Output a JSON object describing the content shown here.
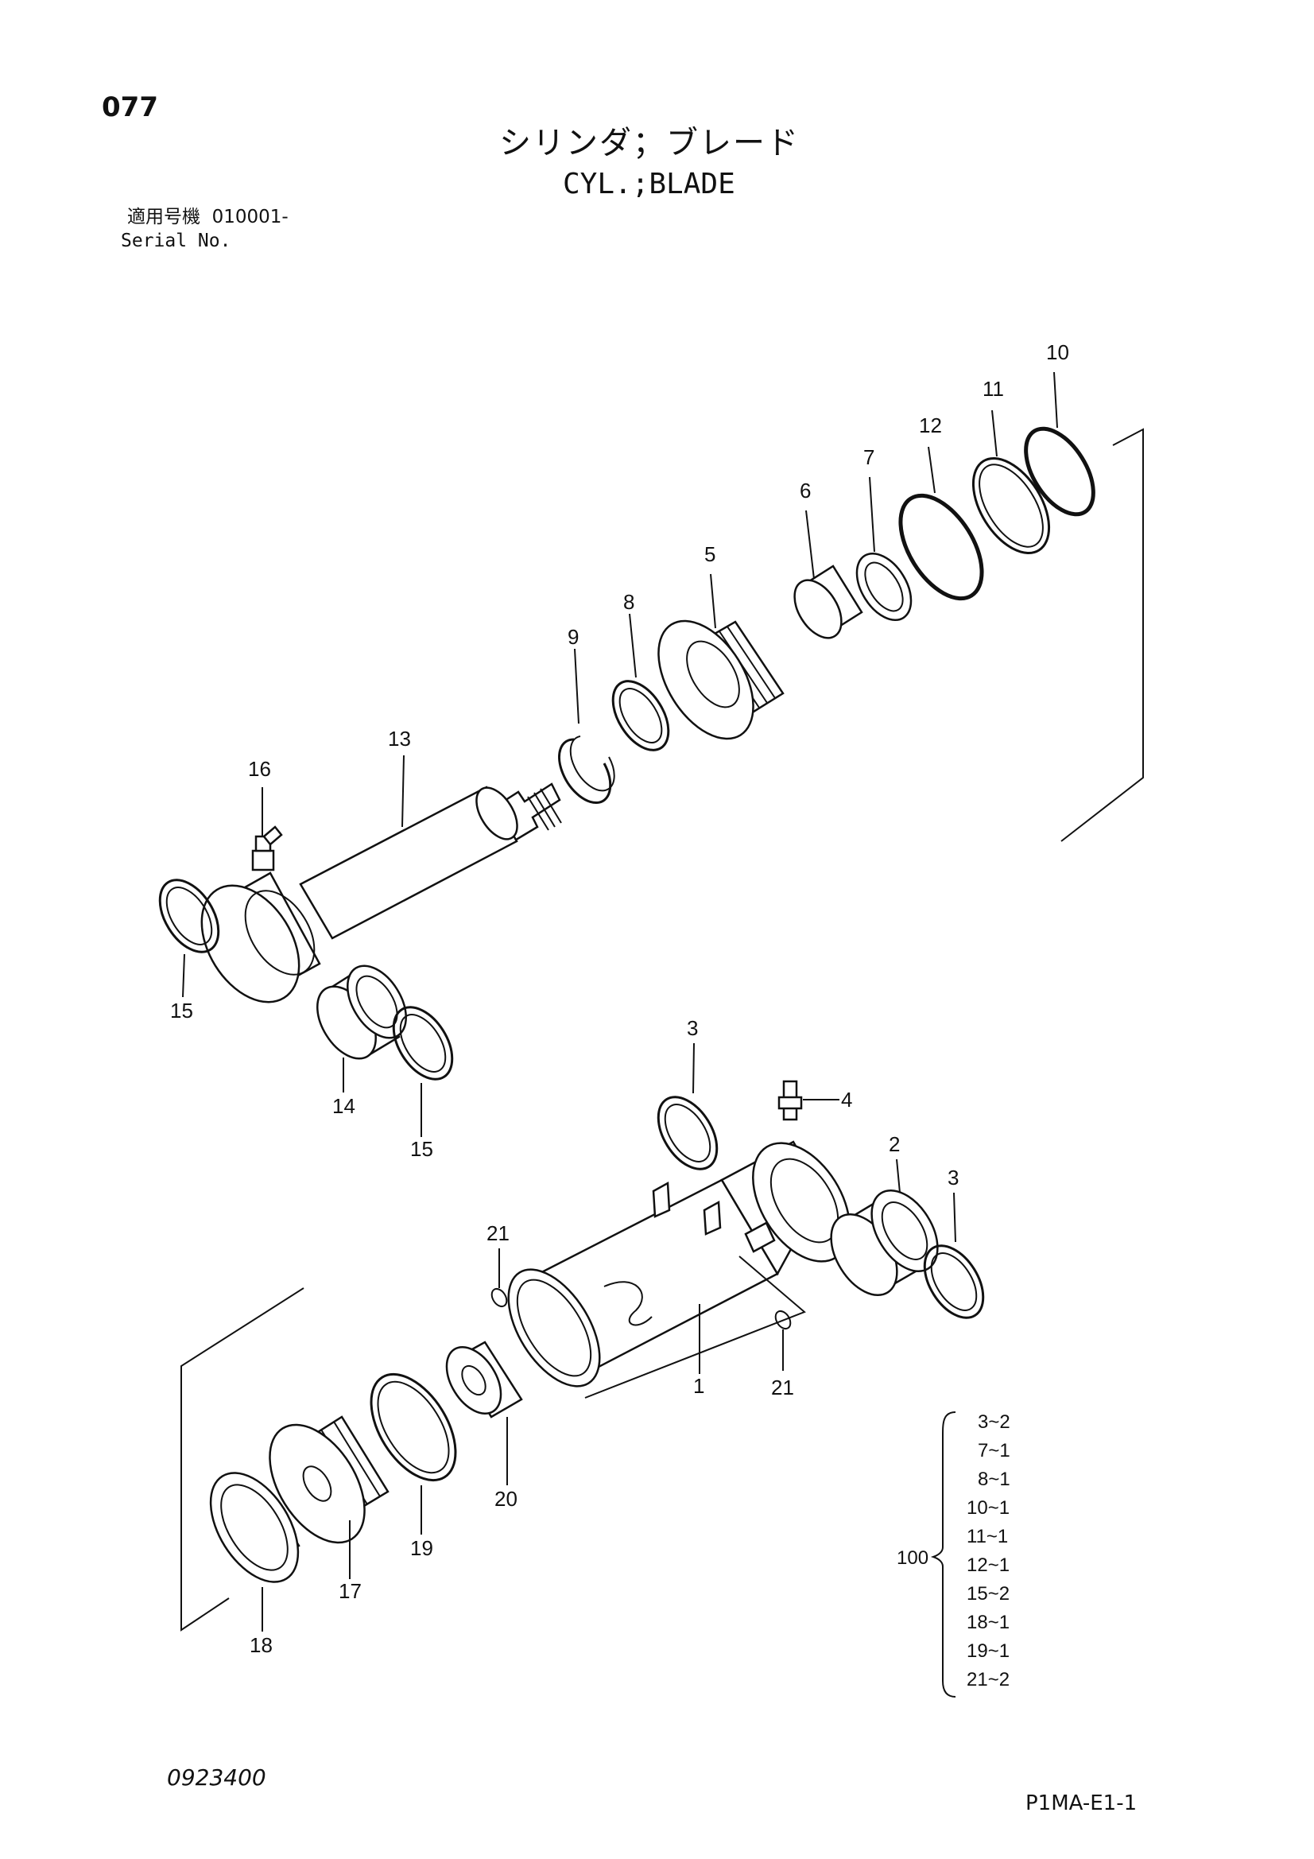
{
  "page": {
    "page_number": "077",
    "title_jp": "シリンダ；ブレード",
    "title_en": "CYL.;BLADE",
    "serial_label_jp": "適用号機",
    "serial_value": "010001-",
    "serial_label_en": "Serial No.",
    "drawing_number": "0923400",
    "sheet_code": "P1MA-E1-1"
  },
  "callouts": {
    "p1": "1",
    "p2": "2",
    "p3a": "3",
    "p3b": "3",
    "p4": "4",
    "p5": "5",
    "p6": "6",
    "p7": "7",
    "p8": "8",
    "p9": "9",
    "p10": "10",
    "p11": "11",
    "p12": "12",
    "p13": "13",
    "p14": "14",
    "p15a": "15",
    "p15b": "15",
    "p16": "16",
    "p17": "17",
    "p18": "18",
    "p19": "19",
    "p20": "20",
    "p21a": "21",
    "p21b": "21"
  },
  "kit": {
    "number": "100",
    "items": [
      "3~2",
      "7~1",
      "8~1",
      "10~1",
      "11~1",
      "12~1",
      "15~2",
      "18~1",
      "19~1",
      "21~2"
    ]
  }
}
